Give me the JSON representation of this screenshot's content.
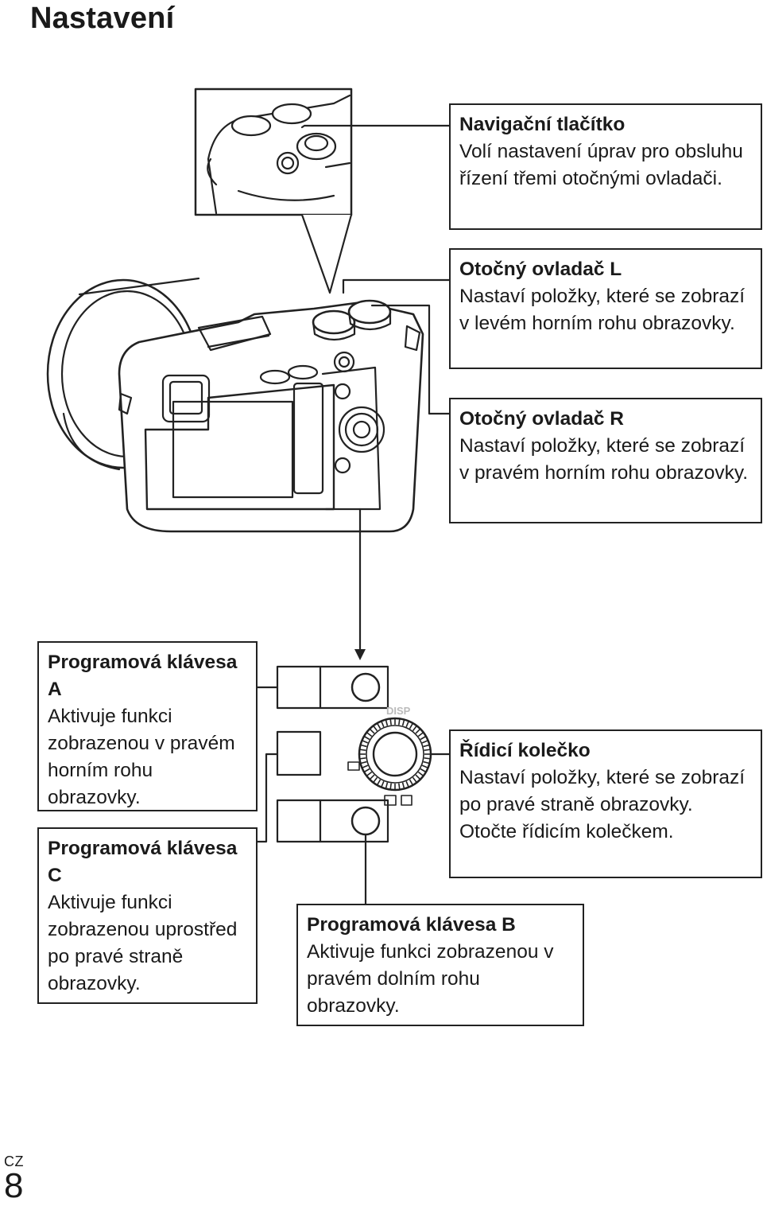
{
  "page": {
    "title": "Nastavení",
    "lang_code": "CZ",
    "page_number": "8"
  },
  "callouts": {
    "nav_button": {
      "title": "Navigační tlačítko",
      "body": "Volí nastavení úprav pro obsluhu řízení třemi otočnými ovladači."
    },
    "dial_l": {
      "title": "Otočný ovladač L",
      "body": "Nastaví položky, které se zobrazí v levém horním rohu obrazovky."
    },
    "dial_r": {
      "title": "Otočný ovladač R",
      "body": "Nastaví položky, které se zobrazí v pravém horním rohu obrazovky."
    },
    "soft_a": {
      "title": "Programová klávesa A",
      "body": "Aktivuje funkci zobrazenou v pravém horním rohu obrazovky."
    },
    "soft_c": {
      "title": "Programová klávesa C",
      "body": "Aktivuje funkci zobrazenou uprostřed po pravé straně obrazovky."
    },
    "wheel": {
      "title": "Řídicí kolečko",
      "body": "Nastaví položky, které se zobrazí po pravé straně obrazovky. Otočte řídicím kolečkem."
    },
    "soft_b": {
      "title": "Programová klávesa B",
      "body": "Aktivuje funkci zobrazenou v pravém dolním rohu obrazovky."
    }
  },
  "diagram": {
    "disp_label": "DISP"
  }
}
